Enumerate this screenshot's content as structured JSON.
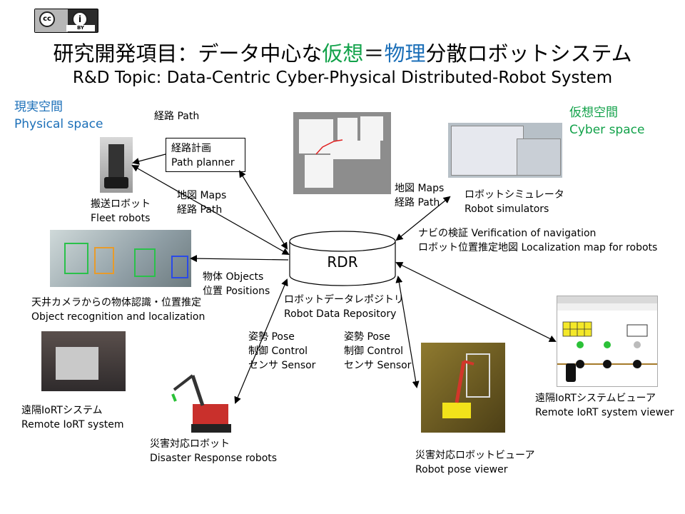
{
  "license_badge": {
    "text": "cc BY",
    "by": "BY"
  },
  "title": {
    "ja_prefix": "研究開発項目：データ中心な",
    "ja_cyber": "仮想",
    "ja_eq": "＝",
    "ja_physical": "物理",
    "ja_suffix": "分散ロボットシステム",
    "en": "R&D Topic: Data-Centric Cyber-Physical Distributed-Robot System"
  },
  "colors": {
    "cyber": "#12a24a",
    "physical": "#1b6fb8"
  },
  "spaces": {
    "physical": {
      "ja": "現実空間",
      "en": "Physical space"
    },
    "cyber": {
      "ja": "仮想空間",
      "en": "Cyber space"
    }
  },
  "rdr": {
    "name": "RDR",
    "ja": "ロボットデータレポジトリ",
    "en": "Robot Data Repository"
  },
  "path_planner": {
    "ja": "経路計画",
    "en": "Path planner"
  },
  "edges": {
    "path_top": "経路 Path",
    "fleet_maps": "地図 Maps",
    "fleet_path": "経路 Path",
    "objects": "物体 Objects",
    "positions": "位置 Positions",
    "sim_maps": "地図 Maps",
    "sim_path": "経路 Path",
    "verification": "ナビの検証  Verification of navigation",
    "localization": "ロボット位置推定地図   Localization map for robots",
    "left_pose": "姿勢 Pose",
    "left_control": "制御 Control",
    "left_sensor": "センサ  Sensor",
    "right_pose": "姿勢 Pose",
    "right_control": "制御 Control",
    "right_sensor": "センサ  Sensor"
  },
  "nodes": {
    "fleet": {
      "ja": "搬送ロボット",
      "en": "Fleet robots"
    },
    "ceiling": {
      "ja": "天井カメラからの物体認識・位置推定",
      "en": "Object recognition and localization"
    },
    "iort": {
      "ja": "遠隔IoRTシステム",
      "en": "Remote IoRT system"
    },
    "disaster": {
      "ja": "災害対応ロボット",
      "en": "Disaster Response robots"
    },
    "simulators": {
      "ja": "ロボットシミュレータ",
      "en": "Robot simulators"
    },
    "viewer": {
      "ja": "遠隔IoRTシステムビューア",
      "en": "Remote IoRT system viewer"
    },
    "pose_viewer": {
      "ja": "災害対応ロボットビューア",
      "en": "Robot pose viewer"
    }
  }
}
